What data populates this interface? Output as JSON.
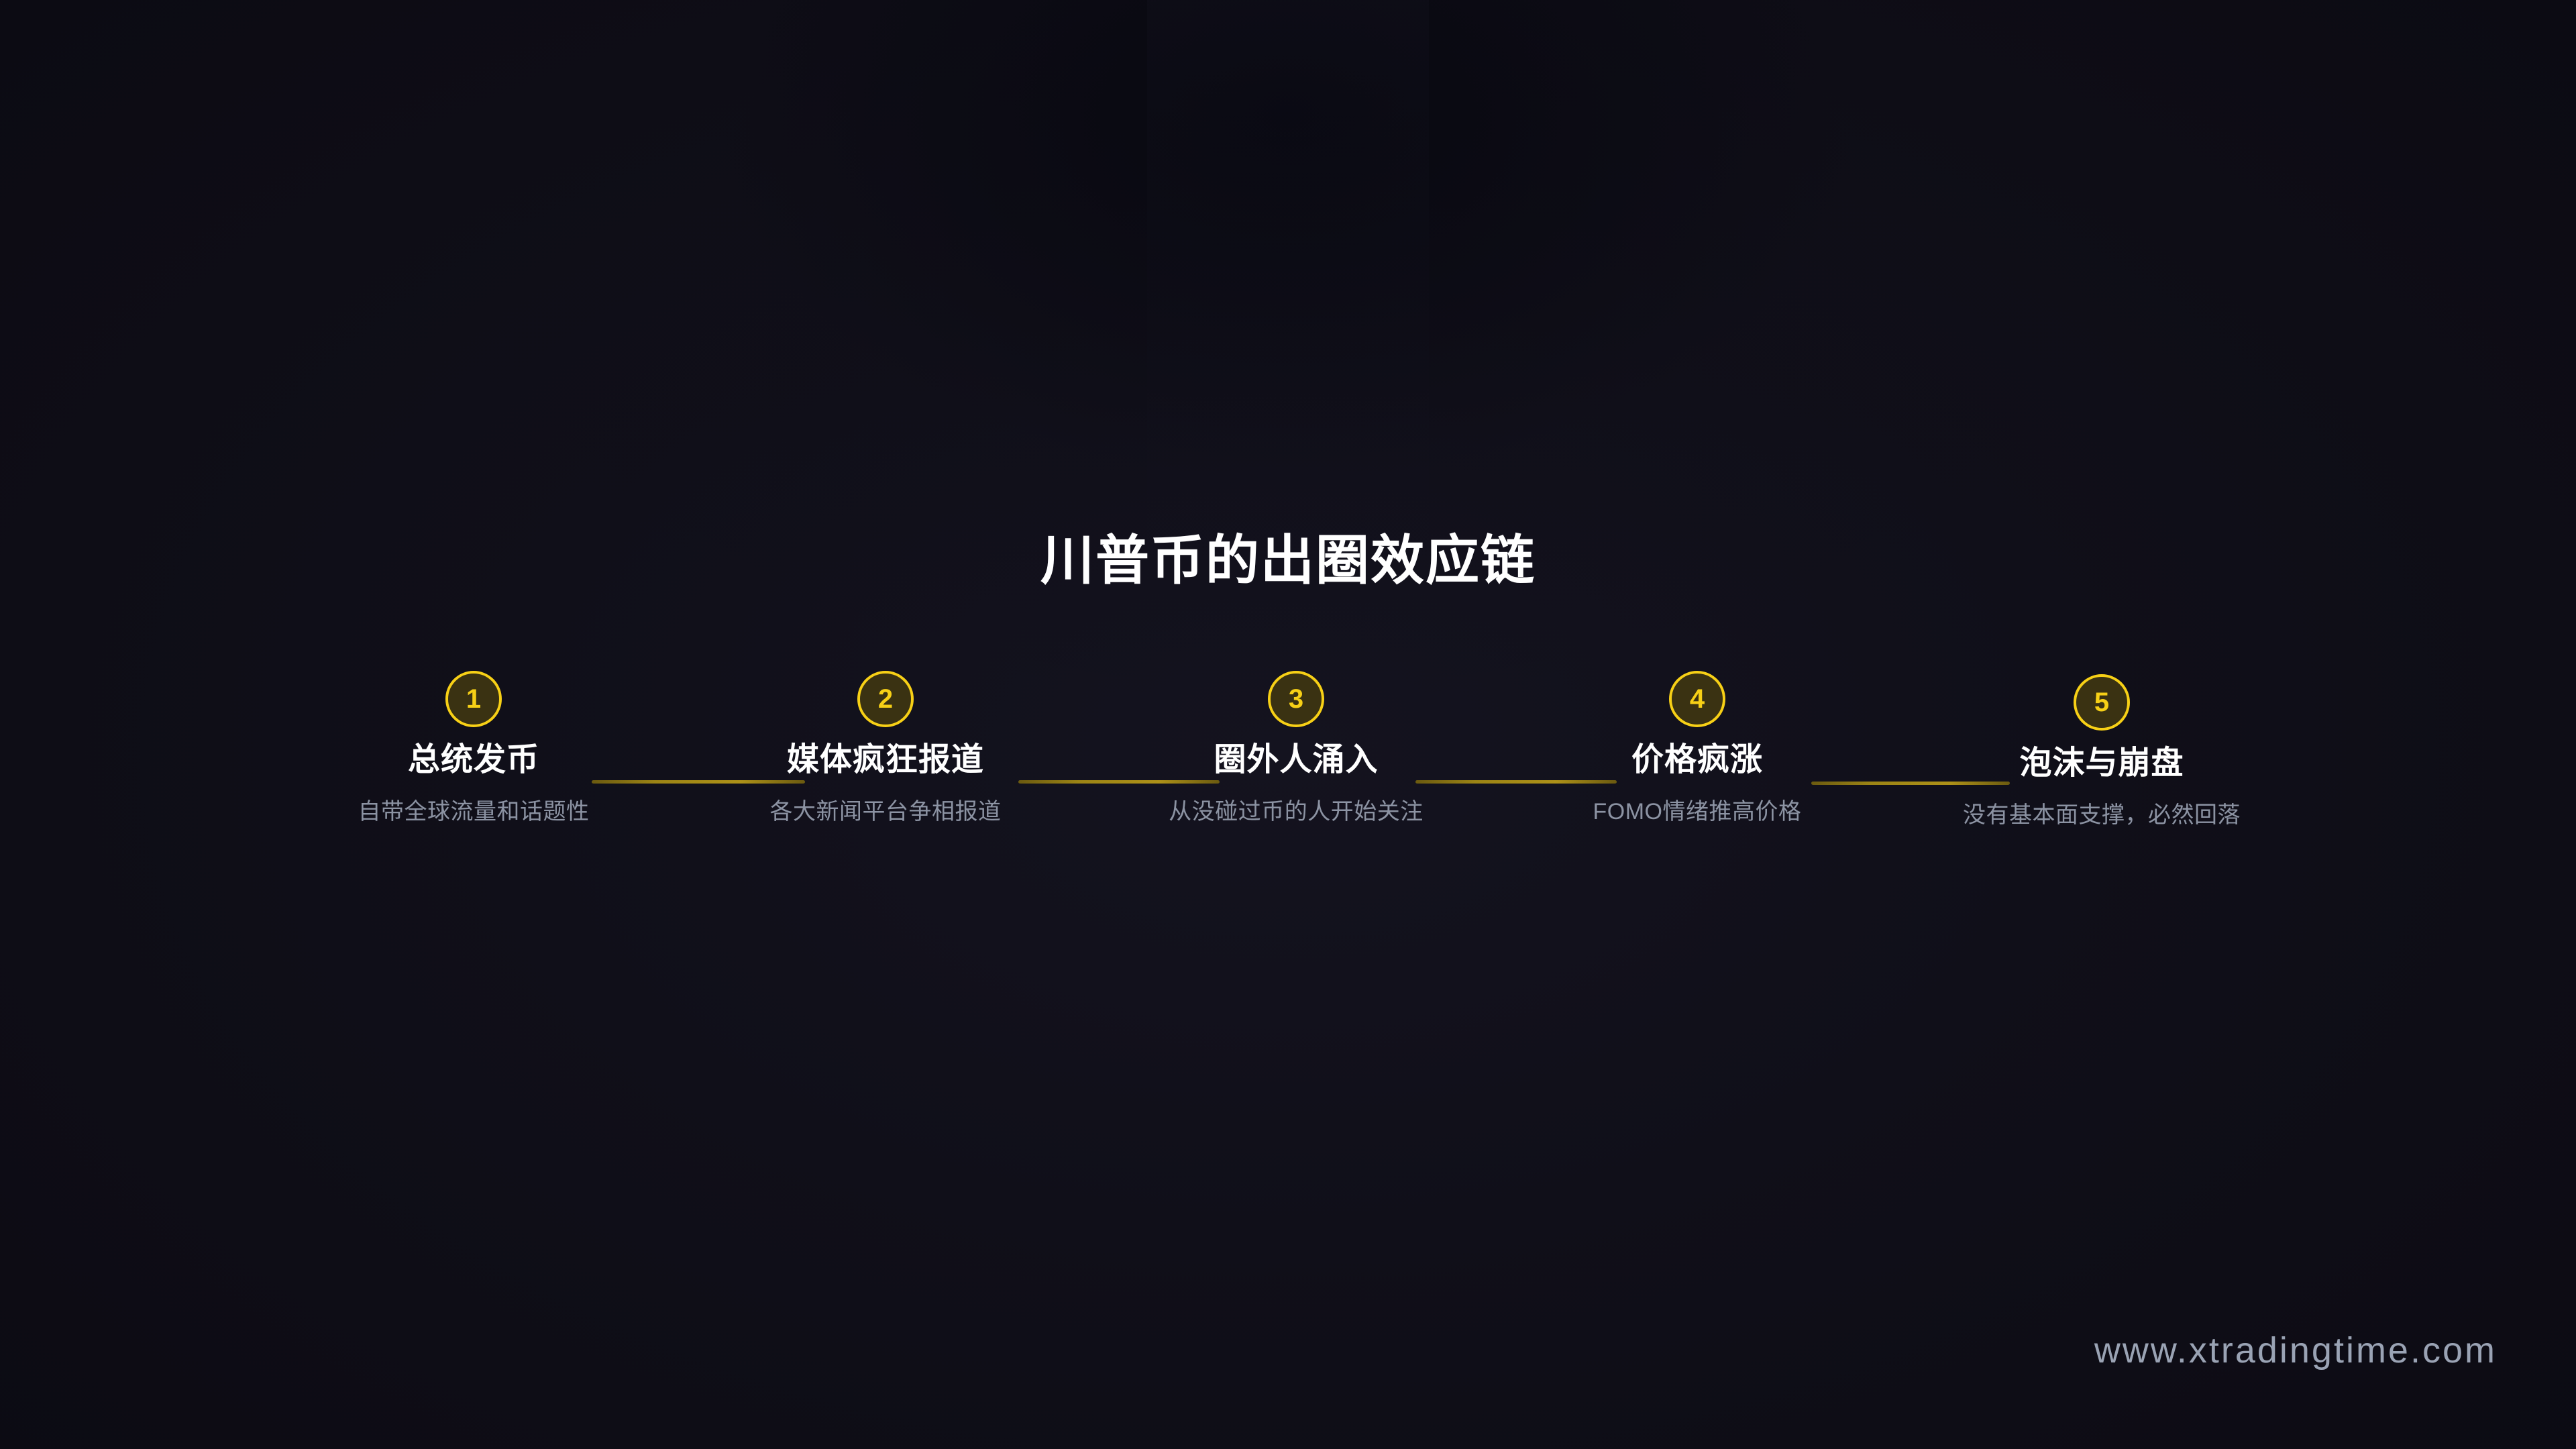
{
  "title": "川普币的出圈效应链",
  "colors": {
    "background": "#0E0D16",
    "accent": "#F7D016",
    "badge_fill": "#3A3212",
    "connector": "#9C8415",
    "title_text": "#FFFFFF",
    "desc_text": "#8C93A3",
    "watermark": "#9AA3B4"
  },
  "steps": [
    {
      "number": "1",
      "title": "总统发币",
      "desc": "自带全球流量和话题性"
    },
    {
      "number": "2",
      "title": "媒体疯狂报道",
      "desc": "各大新闻平台争相报道"
    },
    {
      "number": "3",
      "title": "圈外人涌入",
      "desc": "从没碰过币的人开始关注"
    },
    {
      "number": "4",
      "title": "价格疯涨",
      "desc": "FOMO情绪推高价格"
    },
    {
      "number": "5",
      "title": "泡沫与崩盘",
      "desc": "没有基本面支撑，必然回落"
    }
  ],
  "watermark": "www.xtradingtime.com"
}
